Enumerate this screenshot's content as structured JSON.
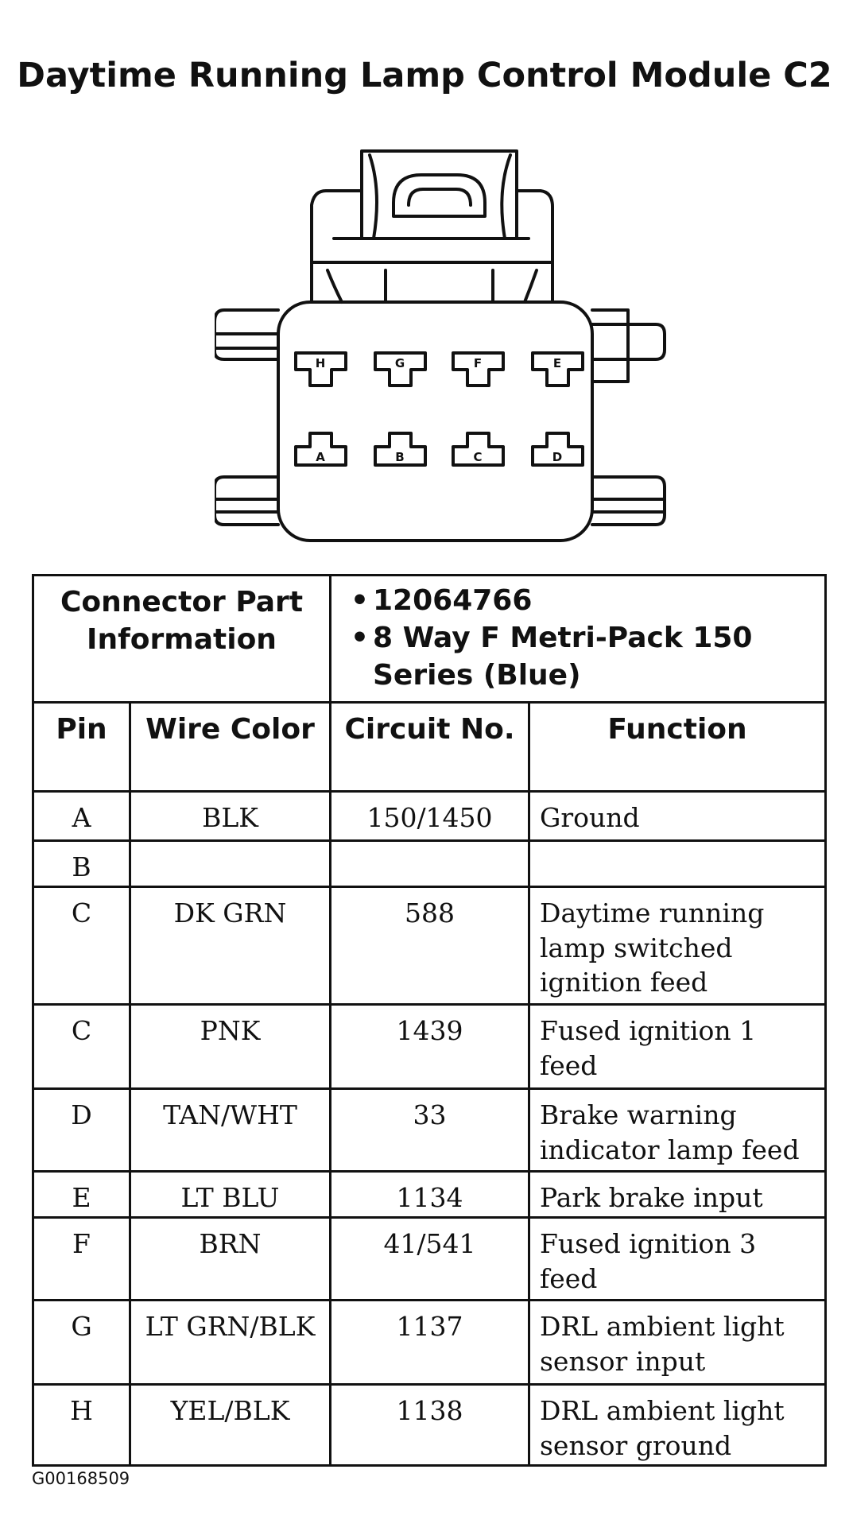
{
  "title": "Daytime Running Lamp Control Module C2",
  "connector_pins_top": [
    "H",
    "G",
    "F",
    "E"
  ],
  "connector_pins_bottom": [
    "A",
    "B",
    "C",
    "D"
  ],
  "part_info": {
    "label": "Connector Part Information",
    "items": [
      "12064766",
      "8 Way F Metri-Pack 150 Series (Blue)"
    ]
  },
  "columns": [
    "Pin",
    "Wire Color",
    "Circuit No.",
    "Function"
  ],
  "rows": [
    {
      "pin": "A",
      "wire": "BLK",
      "circuit": "150/1450",
      "function": "Ground"
    },
    {
      "pin": "B",
      "wire": "",
      "circuit": "",
      "function": ""
    },
    {
      "pin": "C",
      "wire": "DK GRN",
      "circuit": "588",
      "function": "Daytime running lamp switched ignition feed"
    },
    {
      "pin": "C",
      "wire": "PNK",
      "circuit": "1439",
      "function": "Fused ignition 1 feed"
    },
    {
      "pin": "D",
      "wire": "TAN/WHT",
      "circuit": "33",
      "function": "Brake warning indicator lamp feed"
    },
    {
      "pin": "E",
      "wire": "LT BLU",
      "circuit": "1134",
      "function": "Park brake input"
    },
    {
      "pin": "F",
      "wire": "BRN",
      "circuit": "41/541",
      "function": "Fused ignition 3 feed"
    },
    {
      "pin": "G",
      "wire": "LT GRN/BLK",
      "circuit": "1137",
      "function": "DRL ambient light sensor input"
    },
    {
      "pin": "H",
      "wire": "YEL/BLK",
      "circuit": "1138",
      "function": "DRL ambient light sensor ground"
    }
  ],
  "figure_id": "G00168509"
}
